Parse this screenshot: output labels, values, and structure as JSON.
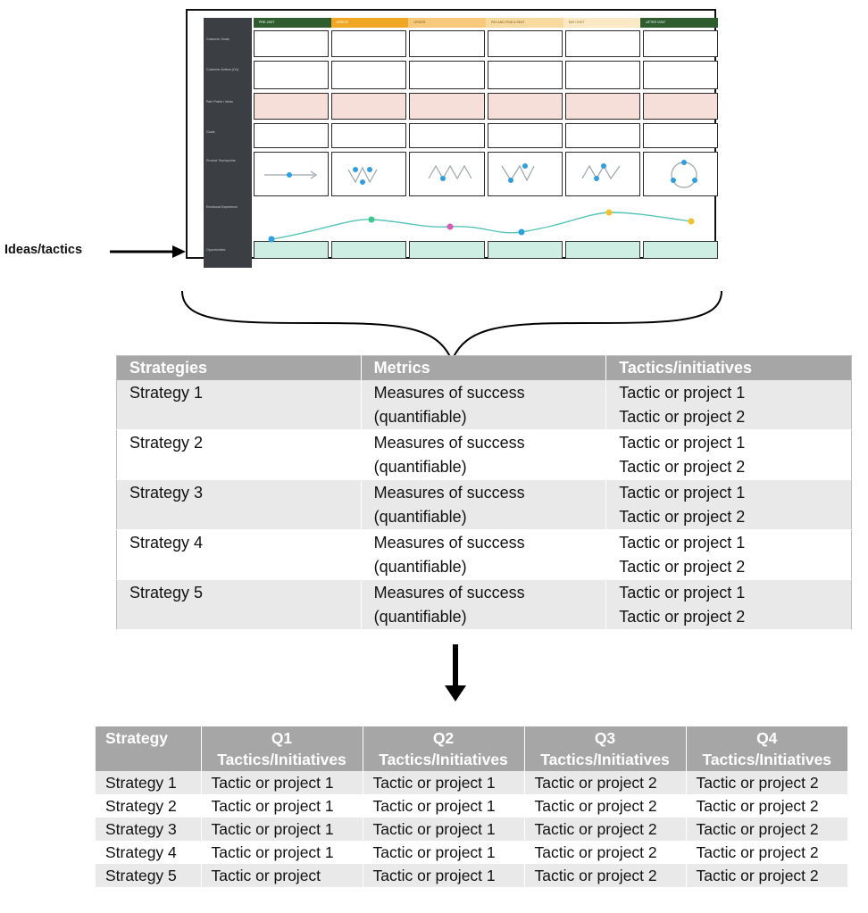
{
  "callout": {
    "label": "Ideas/tactics"
  },
  "journey_map": {
    "stages": [
      {
        "label": "PRE-VISIT",
        "color": "#2f5d2f",
        "text_color": "#ffffff"
      },
      {
        "label": "ARRIVE",
        "color": "#f0a824",
        "text_color": "#ffffff"
      },
      {
        "label": "ORDER",
        "color": "#f6c97d",
        "text_color": "#7a5a10"
      },
      {
        "label": "PAY AND FIND A SEAT",
        "color": "#f8d9a0",
        "text_color": "#7a5a10"
      },
      {
        "label": "EAT / EXIT",
        "color": "#fbe8c4",
        "text_color": "#7a5a10"
      },
      {
        "label": "AFTER VISIT",
        "color": "#2f5d2f",
        "text_color": "#ffffff"
      }
    ],
    "row_labels": [
      "Customer Goals",
      "Customer Actions (Do)",
      "Pain Points / Ideas",
      "Goals",
      "Product Touchpoints",
      "Emotional Experience",
      "Opportunities"
    ]
  },
  "strategy_table": {
    "headers": [
      "Strategies",
      "Metrics",
      "Tactics/initiatives"
    ],
    "rows": [
      {
        "strategy": "Strategy 1",
        "metric_1": "Measures of success",
        "metric_2": "(quantifiable)",
        "tactic_1": "Tactic or project 1",
        "tactic_2": "Tactic or project 2"
      },
      {
        "strategy": "Strategy 2",
        "metric_1": "Measures of success",
        "metric_2": "(quantifiable)",
        "tactic_1": "Tactic or project 1",
        "tactic_2": "Tactic or project 2"
      },
      {
        "strategy": "Strategy 3",
        "metric_1": "Measures of success",
        "metric_2": "(quantifiable)",
        "tactic_1": "Tactic or project 1",
        "tactic_2": "Tactic or project 2"
      },
      {
        "strategy": "Strategy 4",
        "metric_1": "Measures of success",
        "metric_2": "(quantifiable)",
        "tactic_1": "Tactic or project 1",
        "tactic_2": "Tactic or project 2"
      },
      {
        "strategy": "Strategy 5",
        "metric_1": "Measures of success",
        "metric_2": "(quantifiable)",
        "tactic_1": "Tactic or project 1",
        "tactic_2": "Tactic or project 2"
      }
    ]
  },
  "quarter_table": {
    "headers": [
      {
        "line1": "Strategy",
        "line2": ""
      },
      {
        "line1": "Q1",
        "line2": "Tactics/Initiatives"
      },
      {
        "line1": "Q2",
        "line2": "Tactics/Initiatives"
      },
      {
        "line1": "Q3",
        "line2": "Tactics/Initiatives"
      },
      {
        "line1": "Q4",
        "line2": "Tactics/Initiatives"
      }
    ],
    "rows": [
      [
        "Strategy 1",
        "Tactic or project 1",
        "Tactic or project 1",
        "Tactic or project 2",
        "Tactic or project 2"
      ],
      [
        "Strategy 2",
        "Tactic or project 1",
        "Tactic or project 1",
        "Tactic or project 2",
        "Tactic or project 2"
      ],
      [
        "Strategy 3",
        "Tactic or project 1",
        "Tactic or project 1",
        "Tactic or project 2",
        "Tactic or project 2"
      ],
      [
        "Strategy 4",
        "Tactic or project 1",
        "Tactic or project 1",
        "Tactic or project 2",
        "Tactic or project 2"
      ],
      [
        "Strategy 5",
        "Tactic or project",
        "Tactic or project 1",
        "Tactic or project 2",
        "Tactic or project 2"
      ]
    ]
  }
}
